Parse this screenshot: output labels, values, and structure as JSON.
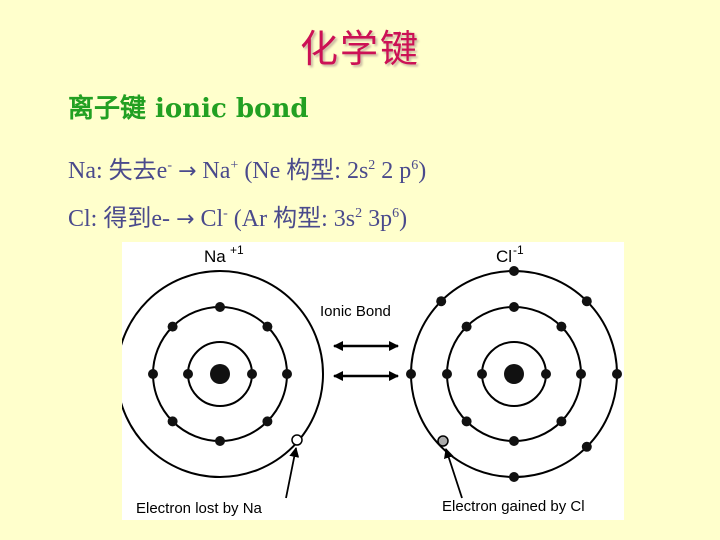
{
  "title": "化学键",
  "subtitle": "离子键  ionic bond",
  "line1": {
    "prefix": "Na: 失去e",
    "minus_sup": "-",
    "arrow": "→",
    "ion": "Na",
    "ion_sup": "+",
    "config_prefix": "(Ne 构型: 2s",
    "sup_a": "2",
    "config_mid": " 2 p",
    "sup_b": "6",
    "config_end": ")"
  },
  "line2": {
    "prefix": "Cl:  得到e-",
    "arrow": "→",
    "ion": "Cl",
    "ion_sup": "-",
    "config_prefix": " (Ar 构型: 3s",
    "sup_a": "2",
    "config_mid": " 3p",
    "sup_b": "6",
    "config_end": ")"
  },
  "diagram": {
    "na_label": "Na",
    "na_charge": "+1",
    "cl_label": "Cl",
    "cl_charge": "-1",
    "bond_label": "Ionic Bond",
    "lost_label": "Electron lost by Na",
    "gained_label": "Electron gained by Cl",
    "colors": {
      "electron": "#111111",
      "lost_electron": "#FFFFFF",
      "gained_electron": "#AAAAAA"
    }
  }
}
